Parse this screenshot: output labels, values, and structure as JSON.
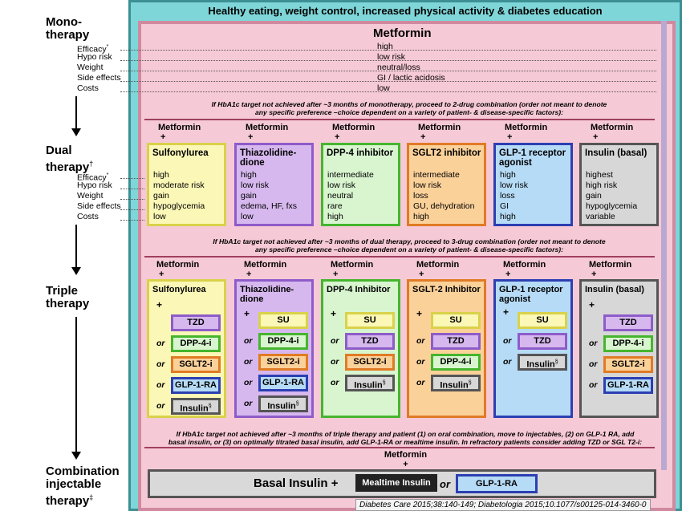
{
  "title": "Healthy eating, weight control, increased physical activity & diabetes education",
  "stages": {
    "mono": {
      "line1": "Mono-",
      "line2": "therapy",
      "mark": ""
    },
    "dual": {
      "line1": "Dual",
      "line2": "therapy",
      "mark": "†"
    },
    "triple": {
      "line1": "Triple",
      "line2": "therapy",
      "mark": ""
    },
    "combo": {
      "line1": "Combination",
      "line2": "injectable",
      "line3": "therapy",
      "mark": "‡"
    }
  },
  "row_labels": {
    "efficacy": "Efficacy",
    "efficacy_mark": "*",
    "hypo": "Hypo risk",
    "weight": "Weight",
    "side": "Side effects",
    "costs": "Costs"
  },
  "mono": {
    "drug": "Metformin",
    "efficacy": "high",
    "hypo": "low risk",
    "weight": "neutral/loss",
    "side": "GI / lactic acidosis",
    "costs": "low"
  },
  "note1": {
    "line1": "If HbA1c target not achieved after ~3 months of monotherapy, proceed to 2-drug combination (order not meant to denote",
    "line2": "any specific preference –choice dependent on a variety of patient- & disease-specific factors):"
  },
  "note2": {
    "line1": "If HbA1c target not achieved after ~3 months of dual therapy, proceed to 3-drug combination (order not meant to denote",
    "line2": "any specific preference –choice dependent on a variety of patient- & disease-specific factors):"
  },
  "note3": {
    "line1": "If HbA1c target not achieved after ~3 months of triple therapy and patient (1) on oral combination, move to injectables, (2) on GLP-1 RA, add",
    "line2": "basal insulin, or (3) on optimally titrated basal insulin, add GLP-1-RA or mealtime insulin. In refractory patients consider adding TZD or SGL T2-i:"
  },
  "metformin_label": "Metformin",
  "plus": "+",
  "or": "or",
  "dual": [
    {
      "name": "Sulfonylurea",
      "values": [
        "high",
        "moderate risk",
        "gain",
        "hypoglycemia",
        "low"
      ],
      "bg": "#fbf7b6",
      "border": "#d9d24a"
    },
    {
      "name": "Thiazolidine-dione",
      "values": [
        "high",
        "low risk",
        "gain",
        "edema, HF, fxs",
        "low"
      ],
      "bg": "#d6b8ee",
      "border": "#8e5cc9"
    },
    {
      "name": "DPP-4 inhibitor",
      "values": [
        "intermediate",
        "low risk",
        "neutral",
        "rare",
        "high"
      ],
      "bg": "#d8f5cf",
      "border": "#46b52e"
    },
    {
      "name": "SGLT2 inhibitor",
      "values": [
        "intermediate",
        "low risk",
        "loss",
        "GU, dehydration",
        "high"
      ],
      "bg": "#fbd19a",
      "border": "#e07b25"
    },
    {
      "name": "GLP-1 receptor agonist",
      "values": [
        "high",
        "low risk",
        "loss",
        "GI",
        "high"
      ],
      "bg": "#b6dbf6",
      "border": "#2c3fb2"
    },
    {
      "name": "Insulin (basal)",
      "values": [
        "highest",
        "high risk",
        "gain",
        "hypoglycemia",
        "variable"
      ],
      "bg": "#d7d7d7",
      "border": "#555555"
    }
  ],
  "triple": [
    {
      "name": "Sulfonylurea",
      "options": [
        "TZD",
        "DPP-4-i",
        "SGLT2-i",
        "GLP-1-RA",
        "Insulin"
      ]
    },
    {
      "name": "Thiazolidine-dione",
      "options": [
        "SU",
        "DPP-4-i",
        "SGLT2-i",
        "GLP-1-RA",
        "Insulin"
      ]
    },
    {
      "name": "DPP-4 Inhibitor",
      "options": [
        "SU",
        "TZD",
        "SGLT2-i",
        "Insulin"
      ]
    },
    {
      "name": "SGLT-2 Inhibitor",
      "options": [
        "SU",
        "TZD",
        "DPP-4-i",
        "Insulin"
      ]
    },
    {
      "name": "GLP-1 receptor agonist",
      "options": [
        "SU",
        "TZD",
        "Insulin"
      ]
    },
    {
      "name": "Insulin (basal)",
      "options": [
        "TZD",
        "DPP-4-i",
        "SGLT2-i",
        "GLP-1-RA"
      ]
    }
  ],
  "insulin_mark": "§",
  "combo": {
    "metformin": "Metformin",
    "basal": "Basal Insulin +",
    "mealtime": "Mealtime Insulin",
    "or": "or",
    "glp": "GLP-1-RA"
  },
  "citation": "Diabetes Care 2015;38:140-149; Diabetologia 2015;10.1077/s00125-014-3460-0"
}
